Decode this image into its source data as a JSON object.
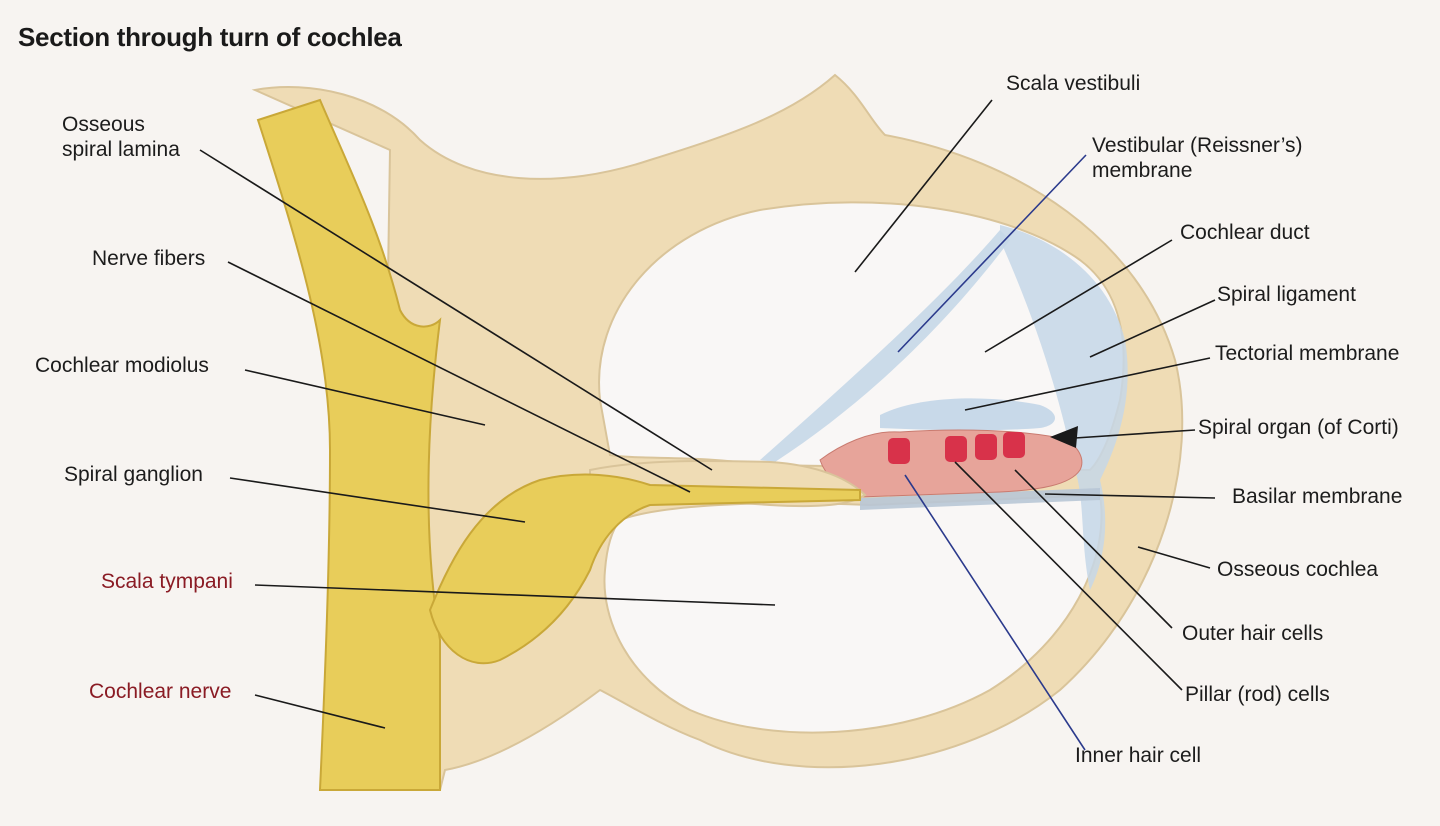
{
  "title": "Section through turn of cochlea",
  "labels": {
    "osseous_spiral_lamina_1": "Osseous",
    "osseous_spiral_lamina_2": "spiral lamina",
    "nerve_fibers": "Nerve fibers",
    "cochlear_modiolus": "Cochlear modiolus",
    "spiral_ganglion": "Spiral ganglion",
    "scala_tympani": "Scala tympani",
    "cochlear_nerve": "Cochlear nerve",
    "scala_vestibuli": "Scala vestibuli",
    "vestibular_membrane_1": "Vestibular (Reissner’s)",
    "vestibular_membrane_2": "membrane",
    "cochlear_duct": "Cochlear duct",
    "spiral_ligament": "Spiral ligament",
    "tectorial_membrane": "Tectorial membrane",
    "spiral_organ": "Spiral organ (of Corti)",
    "basilar_membrane": "Basilar membrane",
    "osseous_cochlea": "Osseous cochlea",
    "outer_hair_cells": "Outer hair cells",
    "pillar_cells": "Pillar (rod) cells",
    "inner_hair_cell": "Inner hair cell"
  },
  "colors": {
    "bone": "#efdcb5",
    "bone_edge": "#d9c49a",
    "nerve": "#e8cd5a",
    "nerve_edge": "#c9a838",
    "membrane": "#c5d7e8",
    "organ": "#e7a49a",
    "hair_cell": "#d8324a",
    "leader": "#1a1a1a",
    "leader_blue": "#2b3a8c",
    "label_red": "#8a1b24"
  }
}
